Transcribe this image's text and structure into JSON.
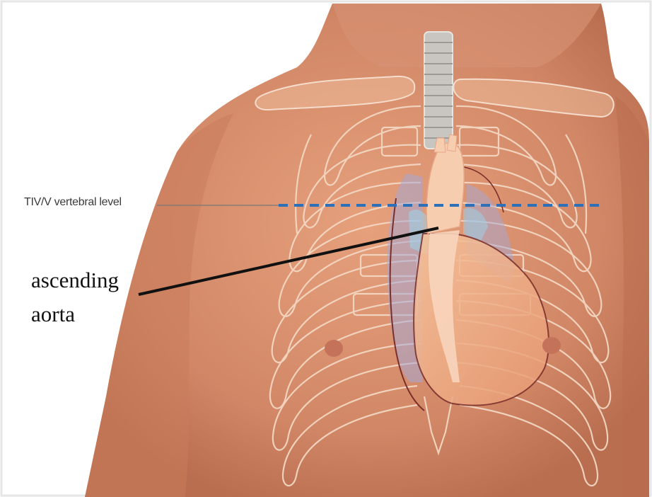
{
  "labels": {
    "vertebral_level": "TIV/V vertebral level",
    "structure_line1": "ascending",
    "structure_line2": "aorta"
  },
  "colors": {
    "skin": "#d9906c",
    "skin_shadow": "#b86e4f",
    "rib_outline": "#f3d8c3",
    "dashed_line": "#2f6fb5",
    "heart": "#f0a97d",
    "lung_tint": "#a9a7d4",
    "pointer": "#111111"
  }
}
